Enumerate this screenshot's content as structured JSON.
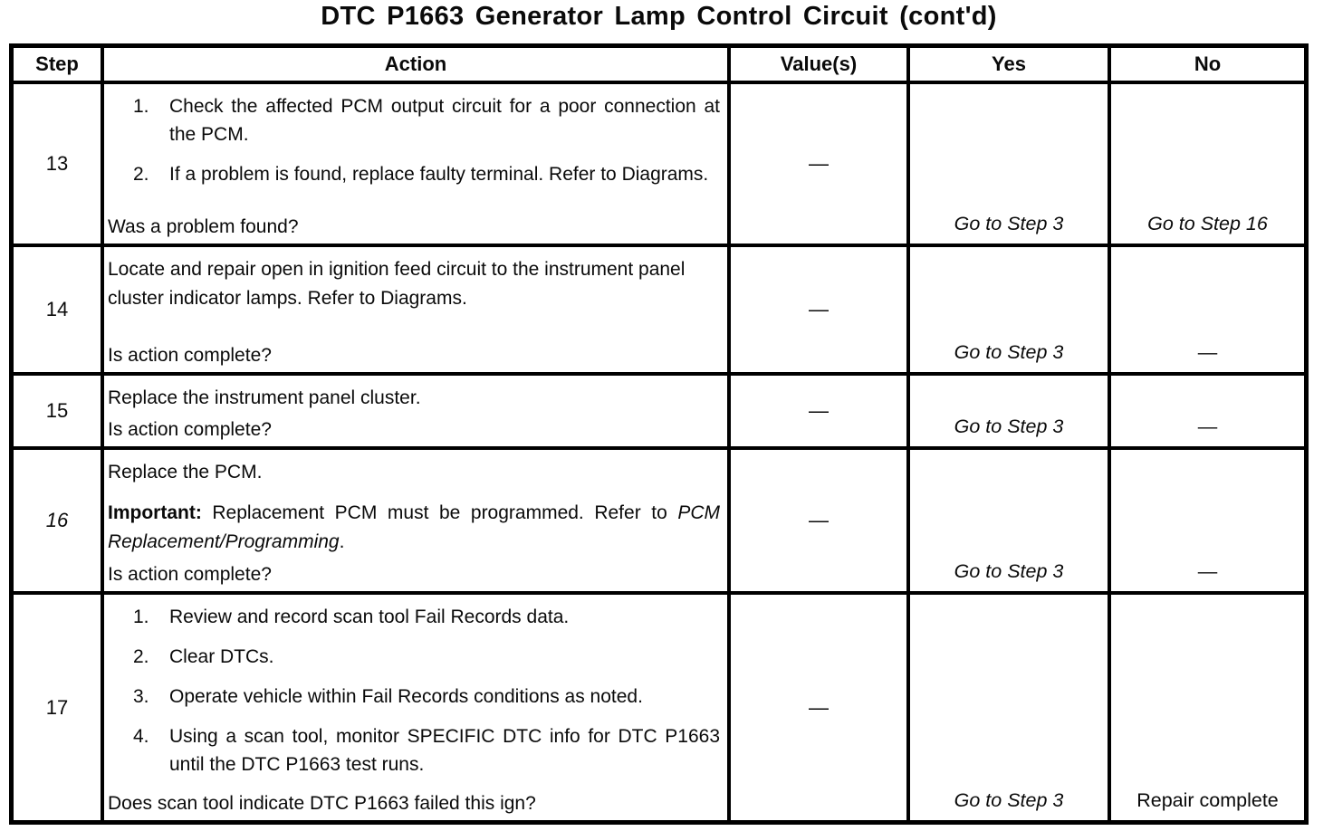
{
  "title": "DTC P1663 Generator Lamp Control Circuit (cont'd)",
  "table": {
    "headers": {
      "step": "Step",
      "action": "Action",
      "values": "Value(s)",
      "yes": "Yes",
      "no": "No"
    },
    "rows": [
      {
        "step": "13",
        "items": [
          {
            "num": "1.",
            "text": "Check the affected PCM output circuit for a poor connection at the PCM."
          },
          {
            "num": "2.",
            "text": "If a problem is found, replace faulty terminal. Refer to Diagrams."
          }
        ],
        "question": "Was a problem found?",
        "value": "—",
        "yes": "Go to Step 3",
        "no": "Go to Step 16"
      },
      {
        "step": "14",
        "paragraph": "Locate and repair open in ignition feed circuit to the instrument panel cluster indicator lamps. Refer to Diagrams.",
        "question": "Is action complete?",
        "value": "—",
        "yes": "Go to Step 3",
        "no": "—"
      },
      {
        "step": "15",
        "paragraph": "Replace the instrument panel cluster.",
        "question": "Is action complete?",
        "value": "—",
        "yes": "Go to Step 3",
        "no": "—"
      },
      {
        "step": "16",
        "paragraph": "Replace the PCM.",
        "important_label": "Important:",
        "important_text": " Replacement PCM must be programmed. Refer to ",
        "important_ref": "PCM Replacement/Programming",
        "important_period": ".",
        "question": "Is action complete?",
        "value": "—",
        "yes": "Go to Step 3",
        "no": "—"
      },
      {
        "step": "17",
        "items": [
          {
            "num": "1.",
            "text": "Review and record scan tool Fail Records data."
          },
          {
            "num": "2.",
            "text": "Clear DTCs."
          },
          {
            "num": "3.",
            "text": "Operate vehicle within Fail Records conditions as noted."
          },
          {
            "num": "4.",
            "text": "Using a scan tool, monitor SPECIFIC DTC info for DTC P1663 until the DTC P1663 test runs."
          }
        ],
        "question": "Does scan tool indicate DTC P1663 failed this ign?",
        "value": "—",
        "yes": "Go to Step 3",
        "no": "Repair complete"
      }
    ]
  }
}
